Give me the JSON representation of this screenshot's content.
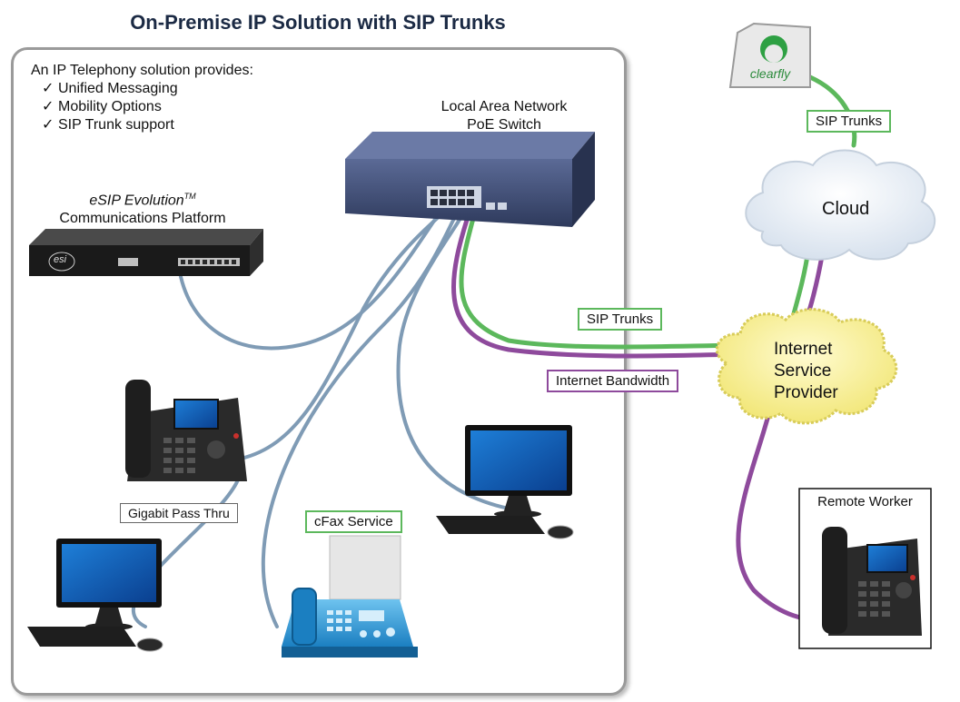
{
  "title": "On-Premise IP Solution with SIP Trunks",
  "intro": {
    "heading": "An IP Telephony solution provides:",
    "check_glyph": "✓",
    "items": [
      "Unified Messaging",
      "Mobility Options",
      "SIP Trunk support"
    ]
  },
  "switch": {
    "line1": "Local Area Network",
    "line2": "PoE Switch"
  },
  "platform": {
    "line1": "eSIP Evolution",
    "trademark": "TM",
    "line2": "Communications Platform",
    "logo_text": "esi"
  },
  "labels": {
    "gigabit": "Gigabit Pass Thru",
    "cfax": "cFax Service",
    "sip_trunks_lan": "SIP Trunks",
    "internet_bandwidth": "Internet Bandwidth",
    "sip_trunks_cloud": "SIP Trunks",
    "remote_worker": "Remote Worker"
  },
  "cloud": {
    "label": "Cloud"
  },
  "isp": {
    "line1": "Internet",
    "line2": "Service",
    "line3": "Provider"
  },
  "provider": {
    "logo_text": "clearfly"
  },
  "colors": {
    "green": "#5cb85c",
    "purple": "#8e4a9c",
    "cable": "#7f9bb5",
    "switch_body": "#3c4a72",
    "title": "#1b2a44",
    "isp_fill": "#fdf6a8"
  }
}
